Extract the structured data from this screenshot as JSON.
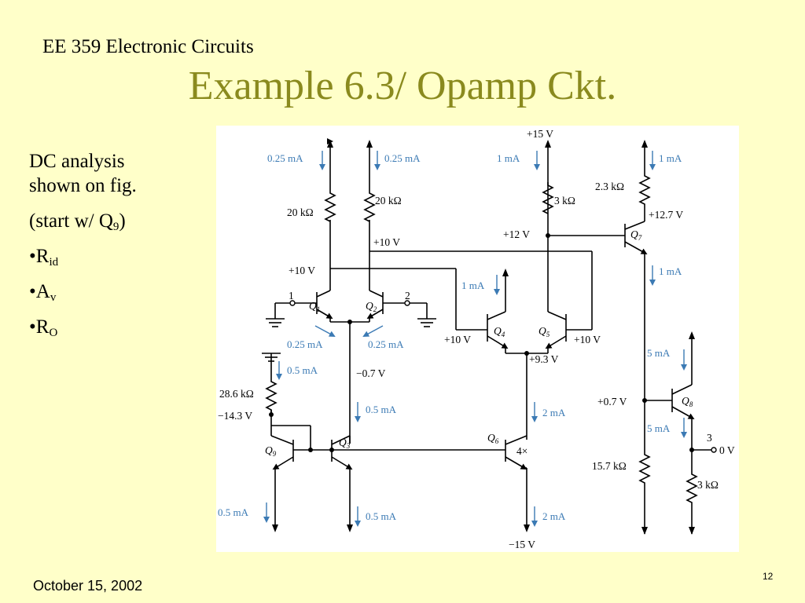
{
  "header": {
    "course": "EE 359 Electronic Circuits",
    "title": "Example 6.3/ Opamp Ckt."
  },
  "notes": {
    "line1": "DC analysis",
    "line2": "shown on fig.",
    "start_prefix": "(start w/ Q",
    "start_sub": "9",
    "start_suffix": ")",
    "bullet1_main": "•R",
    "bullet1_sub": "id",
    "bullet2_main": "•A",
    "bullet2_sub": "v",
    "bullet3_main": "•R",
    "bullet3_sub": "O"
  },
  "footer": {
    "date": "October 15, 2002",
    "page": "12"
  },
  "circuit": {
    "supply_pos": "+15 V",
    "supply_neg": "−15 V",
    "q1": "Q",
    "q1_sub": "1",
    "q2": "Q",
    "q2_sub": "2",
    "q3": "Q",
    "q3_sub": "3",
    "q4": "Q",
    "q4_sub": "4",
    "q5": "Q",
    "q5_sub": "5",
    "q6": "Q",
    "q6_sub": "6",
    "q7": "Q",
    "q7_sub": "7",
    "q8": "Q",
    "q8_sub": "8",
    "q9": "Q",
    "q9_sub": "9",
    "r_20k_left": "20 kΩ",
    "r_20k_right": "20 kΩ",
    "r_3k": "3 kΩ",
    "r_2_3k": "2.3 kΩ",
    "r_28_6k": "28.6 kΩ",
    "r_15_7k": "15.7 kΩ",
    "r_3k_out": "3 kΩ",
    "i_025_a": "0.25 mA",
    "i_025_b": "0.25 mA",
    "i_025_c": "0.25 mA",
    "i_025_d": "0.25 mA",
    "i_1ma_a": "1 mA",
    "i_1ma_b": "1 mA",
    "i_1ma_c": "1 mA",
    "i_1ma_d": "1 mA",
    "i_05_a": "0.5 mA",
    "i_05_b": "0.5 mA",
    "i_05_c": "0.5 mA",
    "i_05_d": "0.5 mA",
    "i_2ma_a": "2 mA",
    "i_2ma_b": "2 mA",
    "i_5ma_a": "5 mA",
    "i_5ma_b": "5 mA",
    "v_p10_a": "+10 V",
    "v_p10_b": "+10 V",
    "v_p10_c": "+10 V",
    "v_p10_d": "+10 V",
    "v_p12": "+12 V",
    "v_p12_7": "+12.7 V",
    "v_m0_7": "−0.7 V",
    "v_p9_3": "+9.3 V",
    "v_m14_3": "−14.3 V",
    "v_p0_7": "+0.7 V",
    "v_0v": "0 V",
    "in1": "1",
    "in2": "2",
    "out3": "3",
    "ratio": "4×"
  }
}
